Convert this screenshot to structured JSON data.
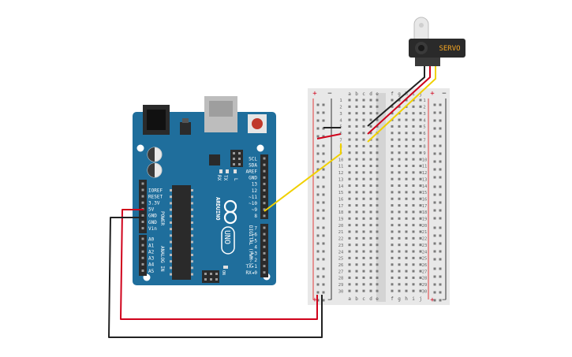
{
  "arduino": {
    "logo_text": "ARDUINO",
    "model": "UNO",
    "on_label": "ON",
    "tx": "TX",
    "rx": "RX",
    "l": "L",
    "power_title": "POWER",
    "analog_title": "ANALOG IN",
    "digital_title": "DIGITAL (PWM~)",
    "power_pins": [
      "IOREF",
      "RESET",
      "3.3V",
      "5V",
      "GND",
      "GND",
      "Vin"
    ],
    "analog_pins": [
      "A0",
      "A1",
      "A2",
      "A3",
      "A4",
      "A5"
    ],
    "digital_top": [
      "SCL",
      "SDA",
      "AREF",
      "GND",
      "13",
      "12",
      "~11",
      "~10",
      "~9",
      "8"
    ],
    "digital_bottom": [
      "7",
      "~6",
      "~5",
      "4",
      "~3",
      "2",
      "TX▸1",
      "RX◂0"
    ]
  },
  "breadboard": {
    "rows": 30,
    "left_cols": [
      "a",
      "b",
      "c",
      "d",
      "e"
    ],
    "right_cols": [
      "f",
      "g",
      "h",
      "i",
      "j"
    ],
    "plus": "+",
    "minus": "−"
  },
  "servo": {
    "label": "SERVO",
    "label_color": "#f5a623"
  },
  "wire_colors": {
    "power": "#d0021b",
    "ground": "#222222",
    "signal": "#f0d000"
  }
}
